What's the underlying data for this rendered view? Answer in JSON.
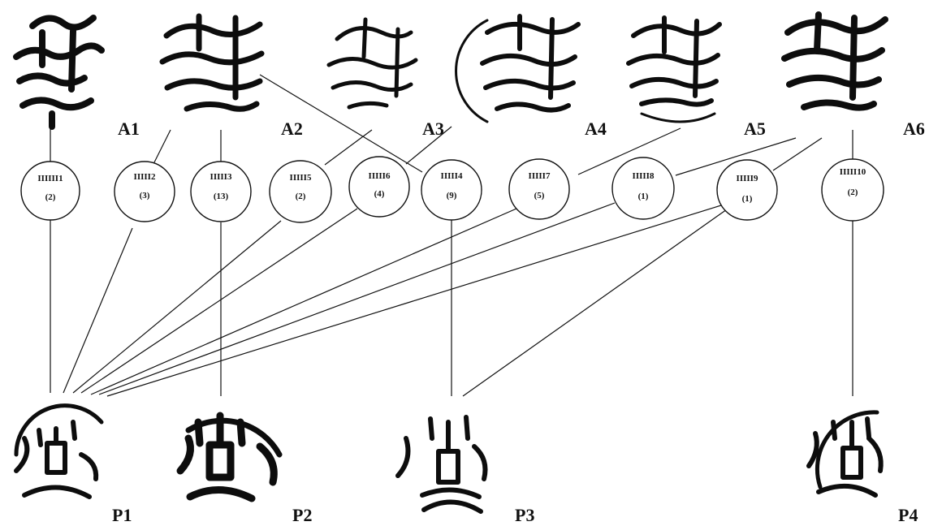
{
  "obverse_dies": [
    {
      "id": "a1",
      "label": "A1"
    },
    {
      "id": "a2",
      "label": "A2"
    },
    {
      "id": "a3",
      "label": "A3"
    },
    {
      "id": "a4",
      "label": "A4"
    },
    {
      "id": "a5",
      "label": "A5"
    },
    {
      "id": "a6",
      "label": "A6"
    }
  ],
  "reverse_dies": [
    {
      "id": "p1",
      "label": "P1"
    },
    {
      "id": "p2",
      "label": "P2"
    },
    {
      "id": "p3",
      "label": "P3"
    },
    {
      "id": "p4",
      "label": "P4"
    }
  ],
  "die_pairs": [
    {
      "id": "IIIIII1",
      "count": "(2)",
      "obverse": "a1",
      "reverse": "p1"
    },
    {
      "id": "IIIII2",
      "count": "(3)",
      "obverse": "a2",
      "reverse": "p1"
    },
    {
      "id": "IIIII3",
      "count": "(13)",
      "obverse": "a2",
      "reverse": "p2"
    },
    {
      "id": "IIIII5",
      "count": "(2)",
      "obverse": "a3",
      "reverse": "p1"
    },
    {
      "id": "IIIII6",
      "count": "(4)",
      "obverse": "a4",
      "reverse": "p1"
    },
    {
      "id": "IIIII4",
      "count": "(9)",
      "obverse": "a2",
      "reverse": "p3"
    },
    {
      "id": "IIIII7",
      "count": "(5)",
      "obverse": "a5",
      "reverse": "p1"
    },
    {
      "id": "IIIII8",
      "count": "(1)",
      "obverse": "a6",
      "reverse": "p1"
    },
    {
      "id": "IIIII9",
      "count": "(1)",
      "obverse": "a6",
      "reverse": "p3"
    },
    {
      "id": "IIIII10",
      "count": "(2)",
      "obverse": "a6",
      "reverse": "p4"
    }
  ],
  "colors": {
    "ink": "#0d0d0d",
    "background": "#ffffff"
  }
}
